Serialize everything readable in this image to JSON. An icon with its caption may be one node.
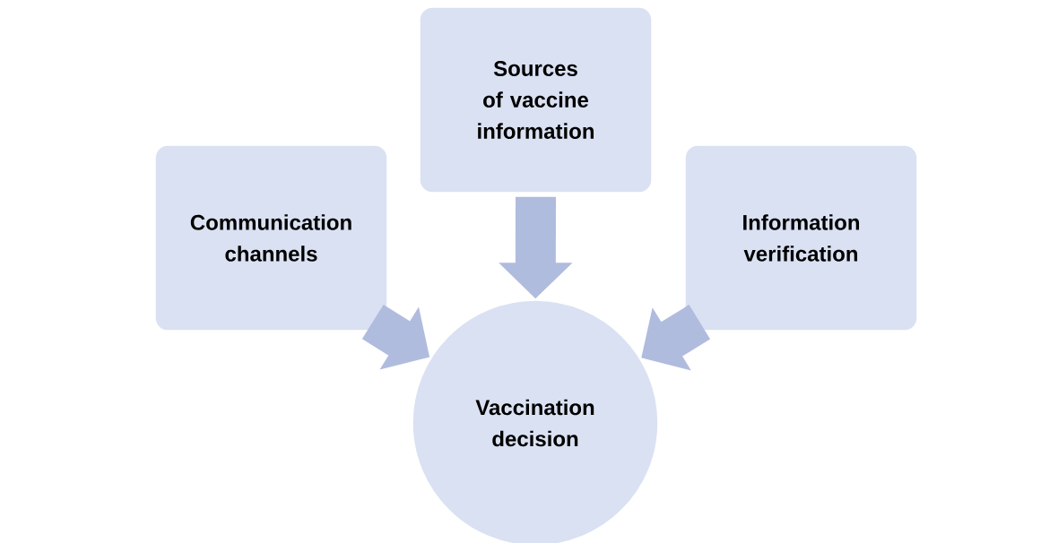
{
  "diagram": {
    "nodes": [
      {
        "text": [
          "Sources of vaccine information"
        ]
      },
      {
        "text": [
          "Communication channels"
        ]
      },
      {
        "text": [
          "Information verification"
        ]
      },
      {
        "text": [
          "Vaccination decision"
        ]
      }
    ],
    "edges": [
      {
        "from": 0,
        "to": 3,
        "arrow": "to"
      },
      {
        "from": 1,
        "to": 3,
        "arrow": "to"
      },
      {
        "from": 2,
        "to": 3,
        "arrow": "to"
      }
    ]
  }
}
